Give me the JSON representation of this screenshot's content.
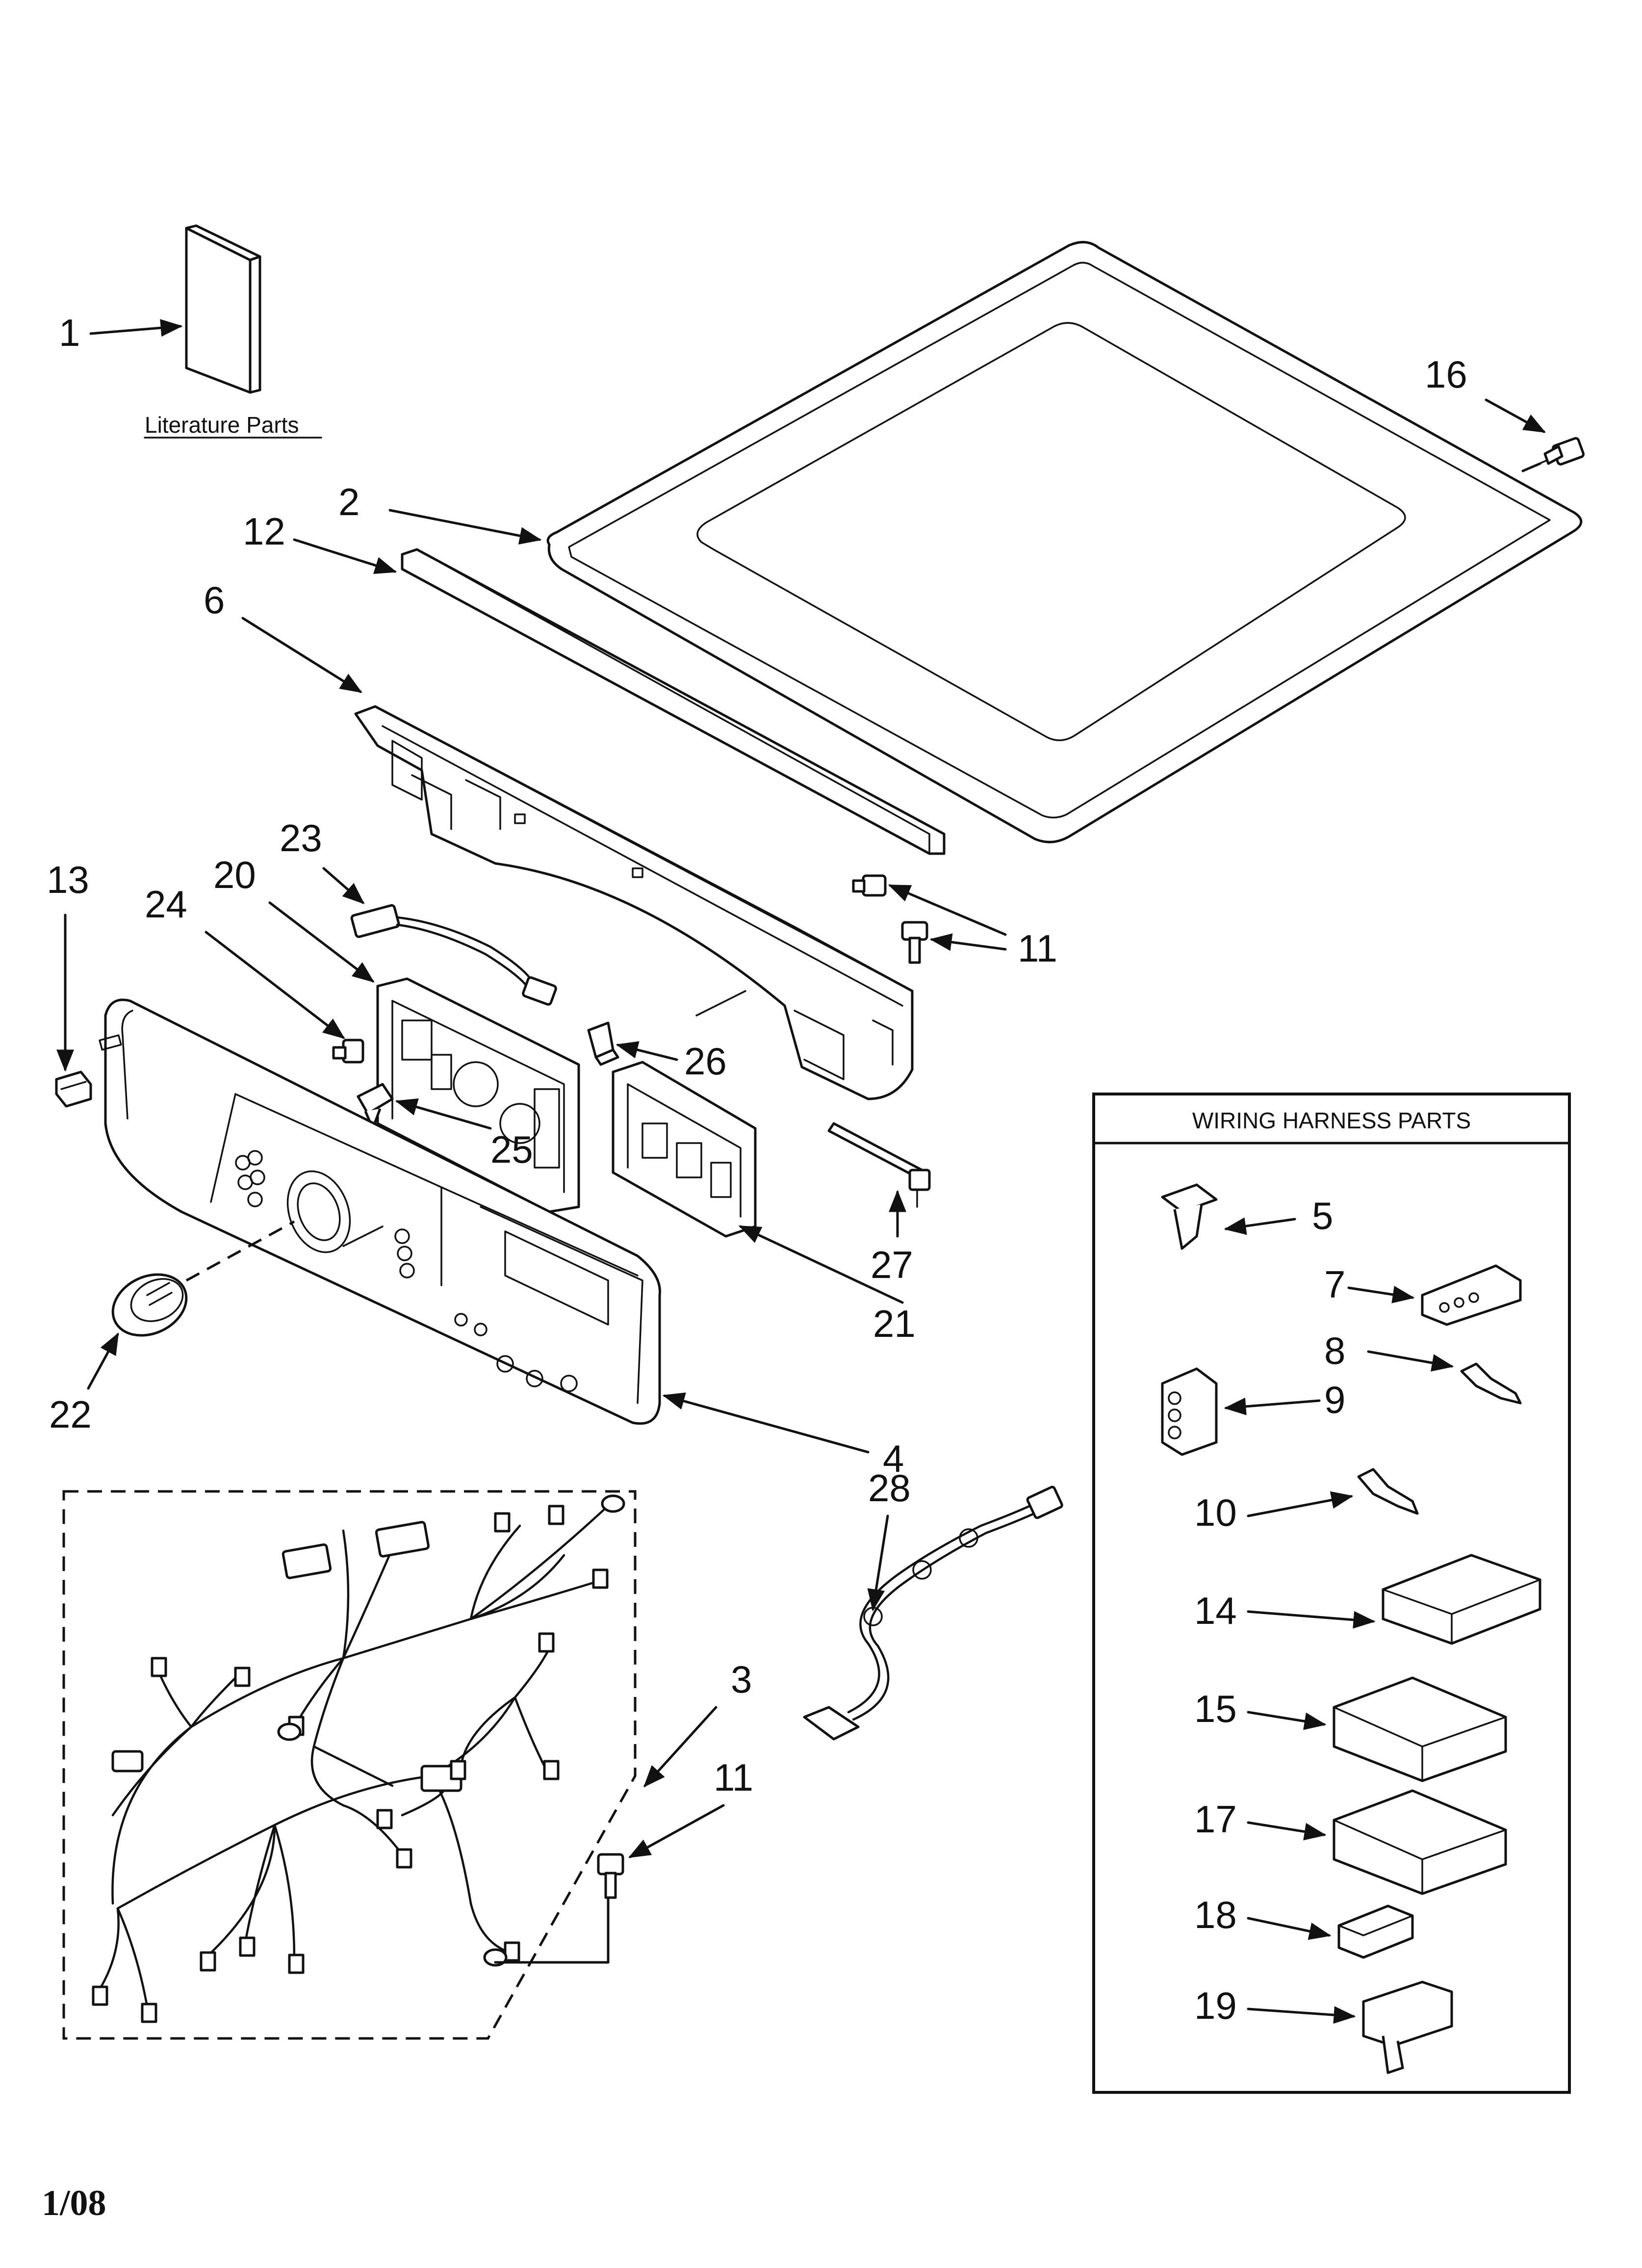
{
  "diagram": {
    "literature_label": "Literature Parts",
    "wiring_box_title": "WIRING HARNESS PARTS",
    "date_code": "1/08",
    "callouts": {
      "c1": "1",
      "c2": "2",
      "c3": "3",
      "c4": "4",
      "c5": "5",
      "c6": "6",
      "c7": "7",
      "c8": "8",
      "c9": "9",
      "c10": "10",
      "c11a": "11",
      "c11b": "11",
      "c12": "12",
      "c13": "13",
      "c14": "14",
      "c15": "15",
      "c16": "16",
      "c17": "17",
      "c18": "18",
      "c19": "19",
      "c20": "20",
      "c21": "21",
      "c22": "22",
      "c23": "23",
      "c24": "24",
      "c25": "25",
      "c26": "26",
      "c27": "27",
      "c28": "28"
    }
  }
}
